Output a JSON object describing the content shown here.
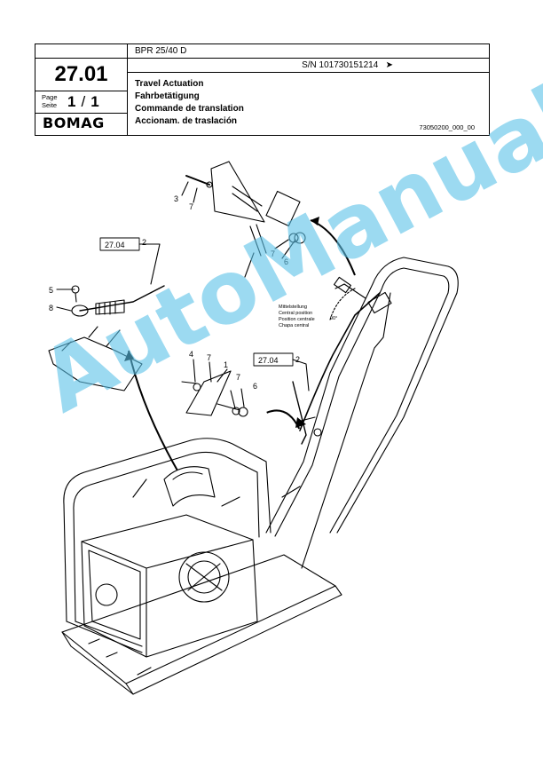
{
  "header": {
    "section_number": "27.01",
    "page_label_1": "Page",
    "page_label_2": "Seite",
    "page_current": "1",
    "page_separator": "/",
    "page_total": "1",
    "logo_text": "BOMAG",
    "model": "BPR 25/40 D",
    "serial": "S/N 101730151214",
    "serial_arrow": "➤",
    "titles": [
      "Travel Actuation",
      "Fahrbetätigung",
      "Commande de translation",
      "Accionam. de traslación"
    ],
    "doc_number": "73050200_000_00"
  },
  "diagram": {
    "ref_box_1": "27.04",
    "ref_box_2": "27.04",
    "callouts": [
      "2",
      "3",
      "7",
      "7",
      "6",
      "5",
      "8",
      "2",
      "4",
      "7",
      "7",
      "6",
      "1"
    ],
    "center_position_labels": [
      "Mittelstellung",
      "Central position",
      "Position centrale",
      "Chapa central"
    ],
    "angle_label": "90°"
  },
  "watermark": "AutoManual"
}
